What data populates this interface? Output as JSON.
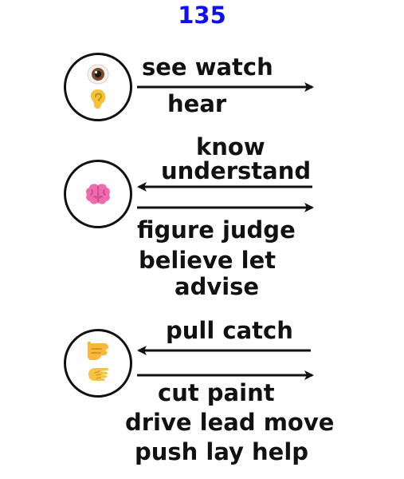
{
  "number": "135",
  "groups": [
    {
      "icons": [
        "eye-icon",
        "ear-icon"
      ],
      "out_words": [
        "see watch",
        "hear"
      ],
      "in_words": []
    },
    {
      "icons": [
        "brain-icon"
      ],
      "in_words": [
        "know",
        "understand"
      ],
      "out_words": [
        "figure judge",
        "believe let",
        "advise"
      ]
    },
    {
      "icons": [
        "fist-icon",
        "hand-icon"
      ],
      "in_words": [
        "pull catch"
      ],
      "out_words": [
        "cut paint",
        "drive lead move",
        "push lay help"
      ]
    }
  ],
  "colors": {
    "number": "#1010ee",
    "ink": "#111111",
    "ear": "#f4c23a",
    "brain": "#f06ab0",
    "fist": "#f6b93b",
    "hand": "#f6c344"
  }
}
